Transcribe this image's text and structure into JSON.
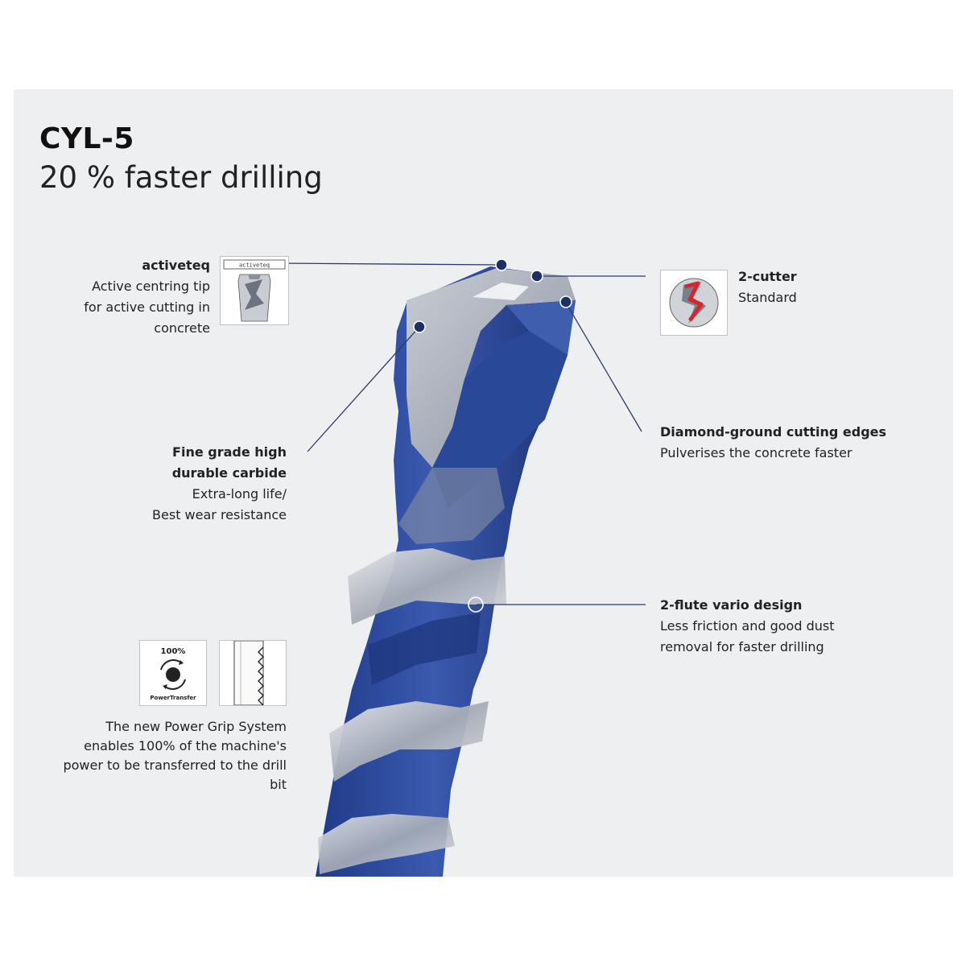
{
  "header": {
    "title": "CYL-5",
    "subtitle": "20 % faster drilling"
  },
  "features": {
    "activeteq": {
      "title": "activeteq",
      "lines": [
        "Active centring tip",
        "for active cutting in",
        "concrete"
      ],
      "icon_label": "activeteq",
      "icon": "activeteq-tip-icon"
    },
    "carbide": {
      "title_lines": [
        "Fine grade high",
        "durable carbide"
      ],
      "lines": [
        "Extra-long life/",
        "Best wear resistance"
      ]
    },
    "cutter": {
      "title": "2-cutter",
      "lines": [
        "Standard"
      ],
      "icon": "2-cutter-icon"
    },
    "diamond": {
      "title": "Diamond-ground cutting edges",
      "lines": [
        "Pulverises the concrete faster"
      ]
    },
    "flute": {
      "title": "2-flute vario design",
      "lines": [
        "Less friction and good dust",
        "removal for faster drilling"
      ]
    },
    "power_grip": {
      "icon_percent": "100%",
      "icon_caption": "PowerTransfer",
      "lines": [
        "The new Power Grip System",
        "enables 100% of the machine's",
        "power to be transferred to the drill",
        "bit"
      ],
      "icons": [
        "power-transfer-icon",
        "grip-shank-icon"
      ]
    }
  },
  "colors": {
    "background": "#eeeff0",
    "bit_blue": "#2c4a96",
    "bit_dark": "#1e3578",
    "steel": "#b9bec6",
    "accent_red": "#d7262b",
    "callout_line": "#2b3a67"
  }
}
